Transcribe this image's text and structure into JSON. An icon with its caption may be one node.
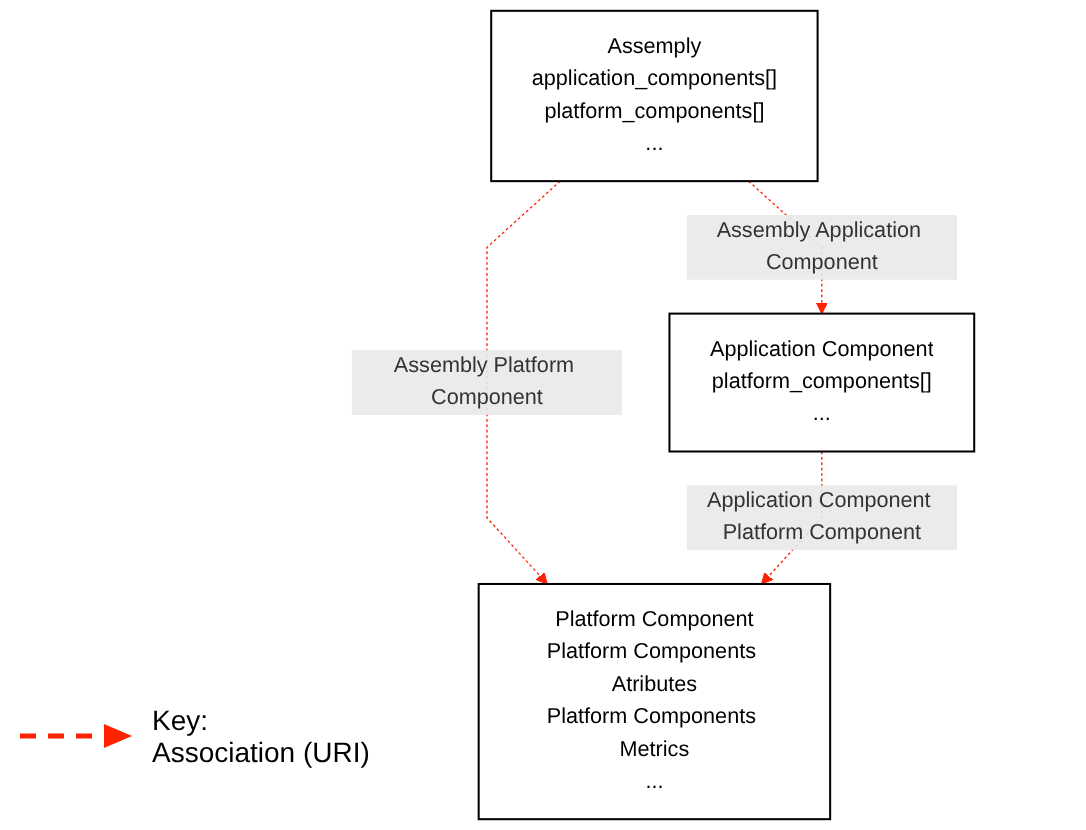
{
  "diagram": {
    "nodes": [
      {
        "text": [
          "Assemply",
          "application_components[]",
          "platform_components[]",
          "..."
        ]
      },
      {
        "text": [
          "Application Component",
          "platform_components[]",
          "..."
        ]
      },
      {
        "text": [
          "Platform Component",
          "Platform Components Atributes",
          "Platform Components Metrics",
          "..."
        ]
      }
    ],
    "edges": [
      {
        "from": 0,
        "to": 1,
        "arrow": "to",
        "label": "Assembly Application Component",
        "style": "dashed",
        "color": "#ff2200"
      },
      {
        "from": 0,
        "to": 2,
        "arrow": "to",
        "label": "Assembly Platform Component",
        "style": "dashed",
        "color": "#ff2200"
      },
      {
        "from": 1,
        "to": 2,
        "arrow": "to",
        "label": "Application Component Platform Component",
        "style": "dashed",
        "color": "#ff2200"
      }
    ],
    "labels": [
      "Key:"
    ],
    "legend": [
      {
        "text": "Association (URI)"
      }
    ]
  }
}
